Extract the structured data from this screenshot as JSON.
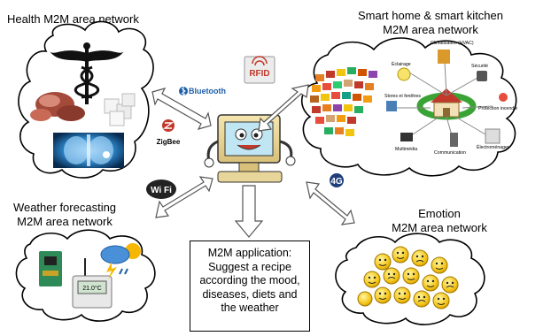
{
  "titles": {
    "health": "Health M2M area network",
    "smart_line1": "Smart home & smart kitchen",
    "smart_line2": "M2M area network",
    "weather_line1": "Weather forecasting",
    "weather_line2": "M2M area network",
    "emotion_line1": "Emotion",
    "emotion_line2": "M2M area network"
  },
  "application": {
    "lines": [
      "M2M application:",
      "Suggest a recipe",
      "according the mood,",
      "diseases, diets and",
      "the weather"
    ]
  },
  "technologies": {
    "bluetooth": "Bluetooth",
    "rfid": "RFID",
    "zigbee": "ZigBee",
    "wifi": "Wi Fi",
    "four_g": "4G"
  },
  "smart_home_labels": {
    "eclairage": "Éclairage",
    "climatisation": "Climatisation (HVAC)",
    "securite": "Sécurité",
    "stores": "Stores et fenêtres",
    "protection": "Protection incendie",
    "multimedia": "Multimédia",
    "communication": "Communication",
    "electromenager": "Électroménager"
  },
  "weather_device_text": "21.0°C",
  "colors": {
    "cloud_stroke": "#000000",
    "arrow_stroke": "#555555",
    "bluetooth_blue": "#1f5fa8",
    "rfid_red": "#c0392b",
    "emoji_yellow": "#f5c518",
    "green_ring": "#3aa335",
    "house_red": "#c0392b"
  }
}
